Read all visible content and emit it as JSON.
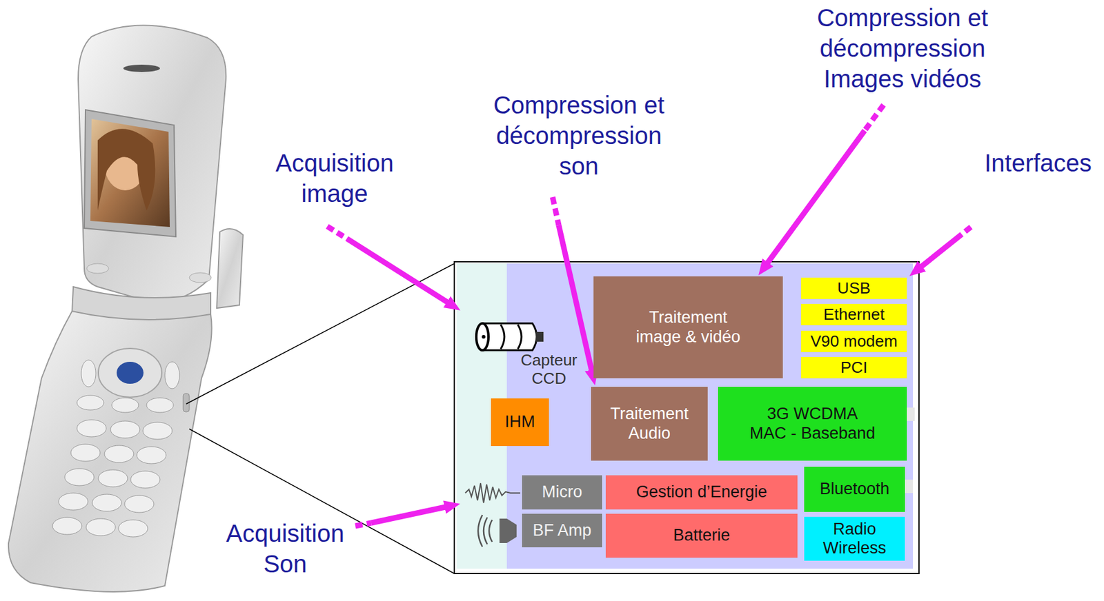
{
  "diagram": {
    "nodes": [
      {
        "text": [
          "Traitement image & vidéo"
        ]
      },
      {
        "text": [
          "USB"
        ]
      },
      {
        "text": [
          "Ethernet"
        ]
      },
      {
        "text": [
          "V90 modem"
        ]
      },
      {
        "text": [
          "PCI"
        ]
      },
      {
        "text": [
          "IHM"
        ]
      },
      {
        "text": [
          "Traitement Audio"
        ]
      },
      {
        "text": [
          "3G WCDMA MAC - Baseband"
        ]
      },
      {
        "text": [
          "Micro"
        ]
      },
      {
        "text": [
          "Gestion d’Energie"
        ]
      },
      {
        "text": [
          "Bluetooth"
        ]
      },
      {
        "text": [
          "BF Amp"
        ]
      },
      {
        "text": [
          "Batterie"
        ]
      },
      {
        "text": [
          "Radio Wireless"
        ]
      }
    ],
    "labels": [
      "Compression et décompression Images vidéos",
      "Interfaces",
      "Compression et décompression son",
      "Acquisition image",
      "Capteur CCD",
      "Acquisition Son"
    ]
  }
}
